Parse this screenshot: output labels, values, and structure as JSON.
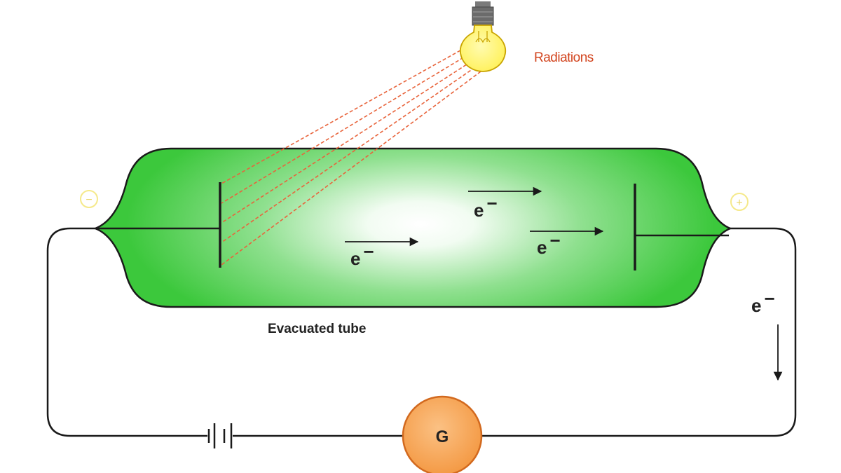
{
  "labels": {
    "radiations": "Radiations",
    "evacuated_tube": "Evacuated tube",
    "galvanometer": "G",
    "electron": "e",
    "electron_charge": "−",
    "cathode_sign": "−",
    "anode_sign": "+"
  },
  "colors": {
    "tube_fill_edge": "#3cc83c",
    "tube_fill_center": "#ffffff",
    "tube_outline": "#1a1a1a",
    "bulb": "#fff15a",
    "bulb_outline": "#c9a400",
    "socket": "#6b6b6b",
    "radiation_rays": "#e8643c",
    "radiation_text": "#d2441e",
    "galvanometer_fill": "#f7a050",
    "galvanometer_outline": "#d2691e",
    "terminal_marker": "#f5e98a",
    "wire": "#1a1a1a"
  },
  "icons": {
    "bulb": "light-bulb-icon",
    "battery": "battery-icon",
    "galvanometer": "galvanometer-icon"
  }
}
